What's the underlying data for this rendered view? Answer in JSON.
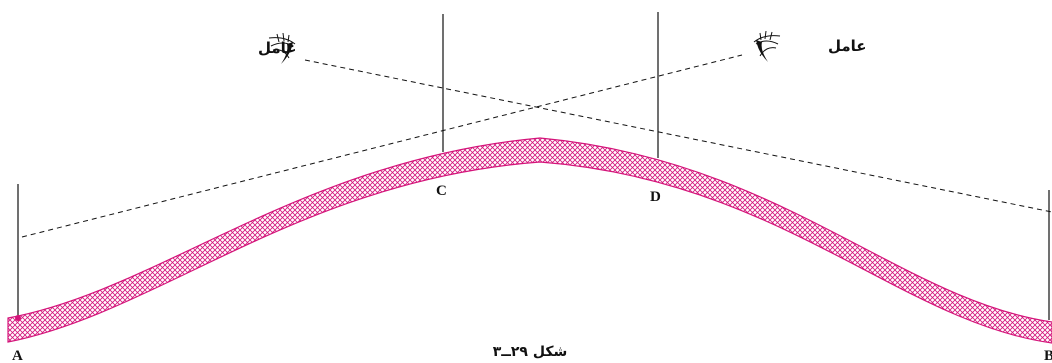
{
  "labels": {
    "point_a": "A",
    "point_c": "C",
    "point_d": "D",
    "point_b": "B",
    "worker_left": "عامل",
    "worker_right": "عامل",
    "caption": "شکل ۲۹ــ۳"
  },
  "icons": {
    "eye_left": "eye-icon",
    "eye_right": "eye-icon"
  },
  "colors": {
    "ground": "#d4147a",
    "lines": "#111111"
  }
}
